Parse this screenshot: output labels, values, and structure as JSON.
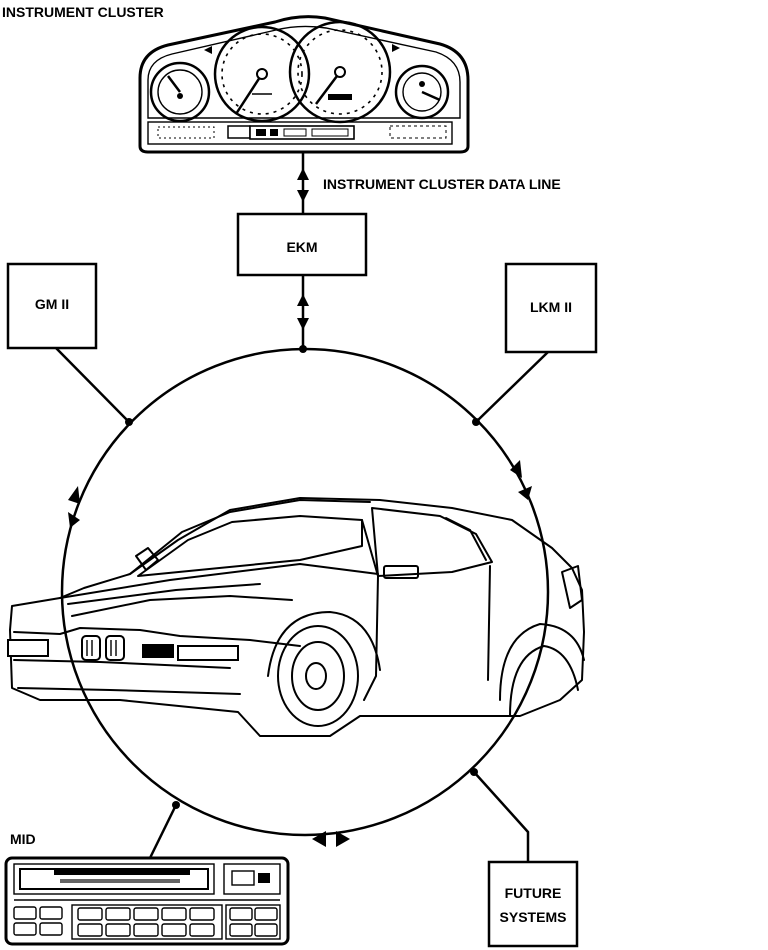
{
  "labels": {
    "instrument_cluster": "INSTRUMENT CLUSTER",
    "data_line": "INSTRUMENT CLUSTER DATA LINE",
    "ekm": "EKM",
    "gm": "GM II",
    "lkm": "LKM II",
    "mid": "MID",
    "future_line1": "FUTURE",
    "future_line2": "SYSTEMS"
  },
  "icons": [
    "instrument-cluster-icon",
    "mid-panel-icon",
    "car-icon"
  ],
  "colors": {
    "line": "#000000",
    "background": "#ffffff"
  }
}
